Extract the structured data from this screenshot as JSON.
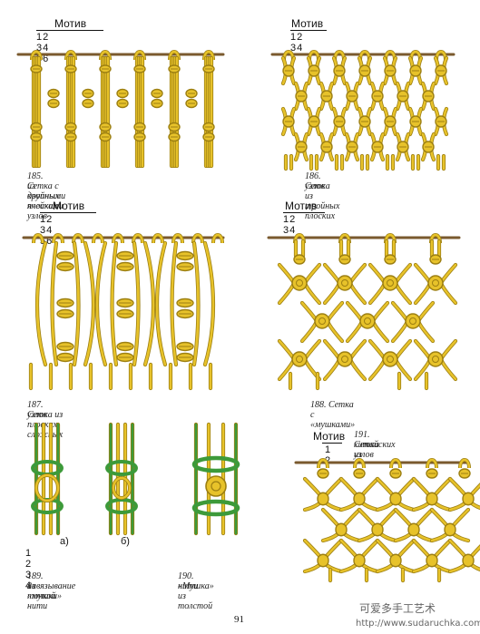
{
  "panels": {
    "p185": {
      "motif_title": "Мотив",
      "motif_nums": "12  34  56",
      "caption_l1": "185. Сетка с крупными ячейками",
      "caption_l2": "из двойных плоских узлов"
    },
    "p186": {
      "motif_title": "Мотив",
      "motif_nums": "12 34",
      "caption_l1": "186. Сетка из тройных плоских",
      "caption_l2": "узлов"
    },
    "p187": {
      "motif_title": "Мотив",
      "motif_nums": "12 34 56",
      "caption_l1": "187. Сетка из плоских сложных",
      "caption_l2": "узлов"
    },
    "p188": {
      "motif_title": "Мотив",
      "motif_nums": "12  34",
      "caption_l1": "188. Сетка с «мушками»",
      "caption_l2": ""
    },
    "p189": {
      "label_a": "а)",
      "label_b": "б)",
      "nums": "1   2  3  4",
      "caption_l1": "189. Завязывание «мушки»",
      "caption_l2": "из тонкой нити"
    },
    "p190": {
      "caption_l1": "190. «Мушка» из толстой",
      "caption_l2": "нити"
    },
    "p191": {
      "motif_title": "Мотив",
      "motif_nums": "1 2",
      "caption_l1": "191. Сетка из",
      "caption_l2": "китайских узлов"
    }
  },
  "page_number": "91",
  "watermark": {
    "text": "可爱多手工艺术",
    "url": "http://www.sudaruchka.com"
  },
  "colors": {
    "cord": "#e7c22a",
    "cord_dark": "#9c7f12",
    "green": "#3d9a3a",
    "dowel": "#7a5a2e"
  }
}
